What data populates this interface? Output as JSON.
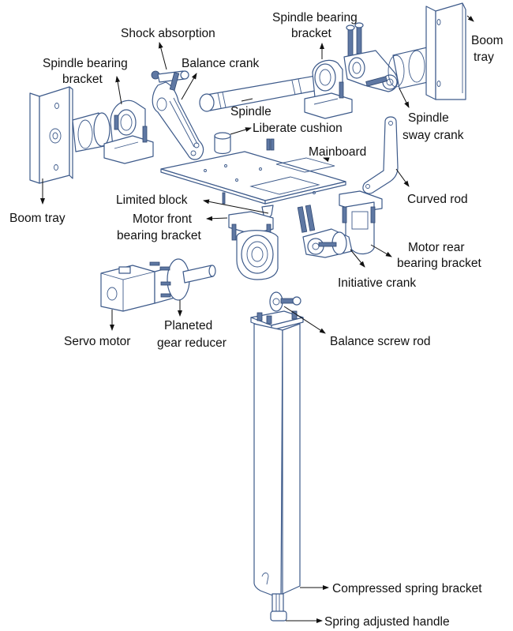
{
  "diagram": {
    "title": "",
    "line_color": "#3d5a8a",
    "label_color": "#111111",
    "labels": {
      "shock_absorption": "Shock absorption",
      "spindle_bearing_bracket_left_1": "Spindle bearing",
      "spindle_bearing_bracket_left_2": "bracket",
      "balance_crank": "Balance crank",
      "spindle_bearing_bracket_right_1": "Spindle bearing",
      "spindle_bearing_bracket_right_2": "bracket",
      "boom_tray_right_1": "Boom",
      "boom_tray_right_2": "tray",
      "spindle": "Spindle",
      "liberate_cushion": "Liberate cushion",
      "spindle_sway_crank_1": "Spindle",
      "spindle_sway_crank_2": "sway crank",
      "mainboard": "Mainboard",
      "curved_rod": "Curved rod",
      "boom_tray_left": "Boom tray",
      "limited_block": "Limited block",
      "motor_front_bearing_bracket_1": "Motor front",
      "motor_front_bearing_bracket_2": "bearing bracket",
      "motor_rear_bearing_bracket_1": "Motor rear",
      "motor_rear_bearing_bracket_2": "bearing bracket",
      "initiative_crank": "Initiative crank",
      "servo_motor": "Servo motor",
      "planeted_gear_reducer_1": "Planeted",
      "planeted_gear_reducer_2": "gear reducer",
      "balance_screw_rod": "Balance screw rod",
      "compressed_spring_bracket": "Compressed spring bracket",
      "spring_adjusted_handle": "Spring adjusted handle"
    }
  }
}
